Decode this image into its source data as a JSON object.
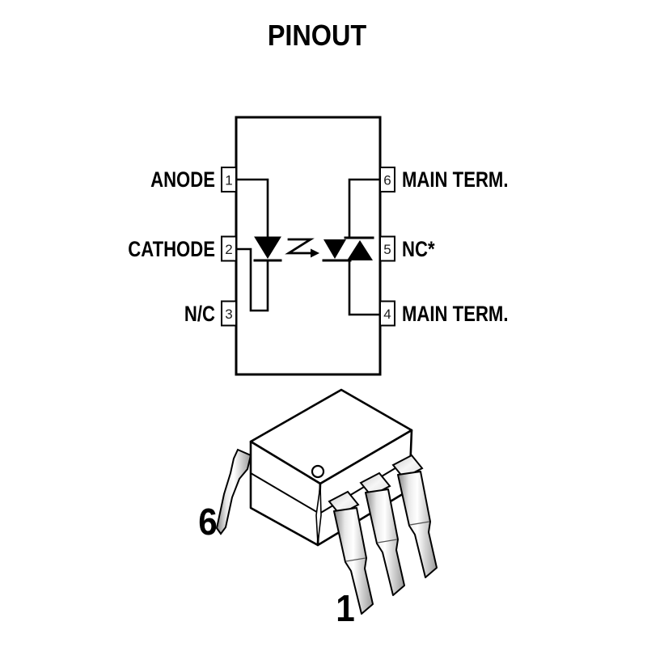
{
  "title": "PINOUT",
  "schematic": {
    "left_pins": [
      {
        "number": "1",
        "label": "ANODE"
      },
      {
        "number": "2",
        "label": "CATHODE"
      },
      {
        "number": "3",
        "label": "N/C"
      }
    ],
    "right_pins": [
      {
        "number": "6",
        "label": "MAIN TERM."
      },
      {
        "number": "5",
        "label": "NC*"
      },
      {
        "number": "4",
        "label": "MAIN TERM."
      }
    ],
    "symbols": [
      "led-emitter",
      "light-emission-arrow",
      "photo-triac"
    ]
  },
  "package": {
    "rear_pin_label": "6",
    "front_pin_label": "1",
    "style": "DIP-6 package 3D view"
  },
  "colors": {
    "ink": "#000000",
    "background": "#ffffff",
    "metal_dark": "#8a8a8a",
    "metal_light": "#ffffff"
  }
}
